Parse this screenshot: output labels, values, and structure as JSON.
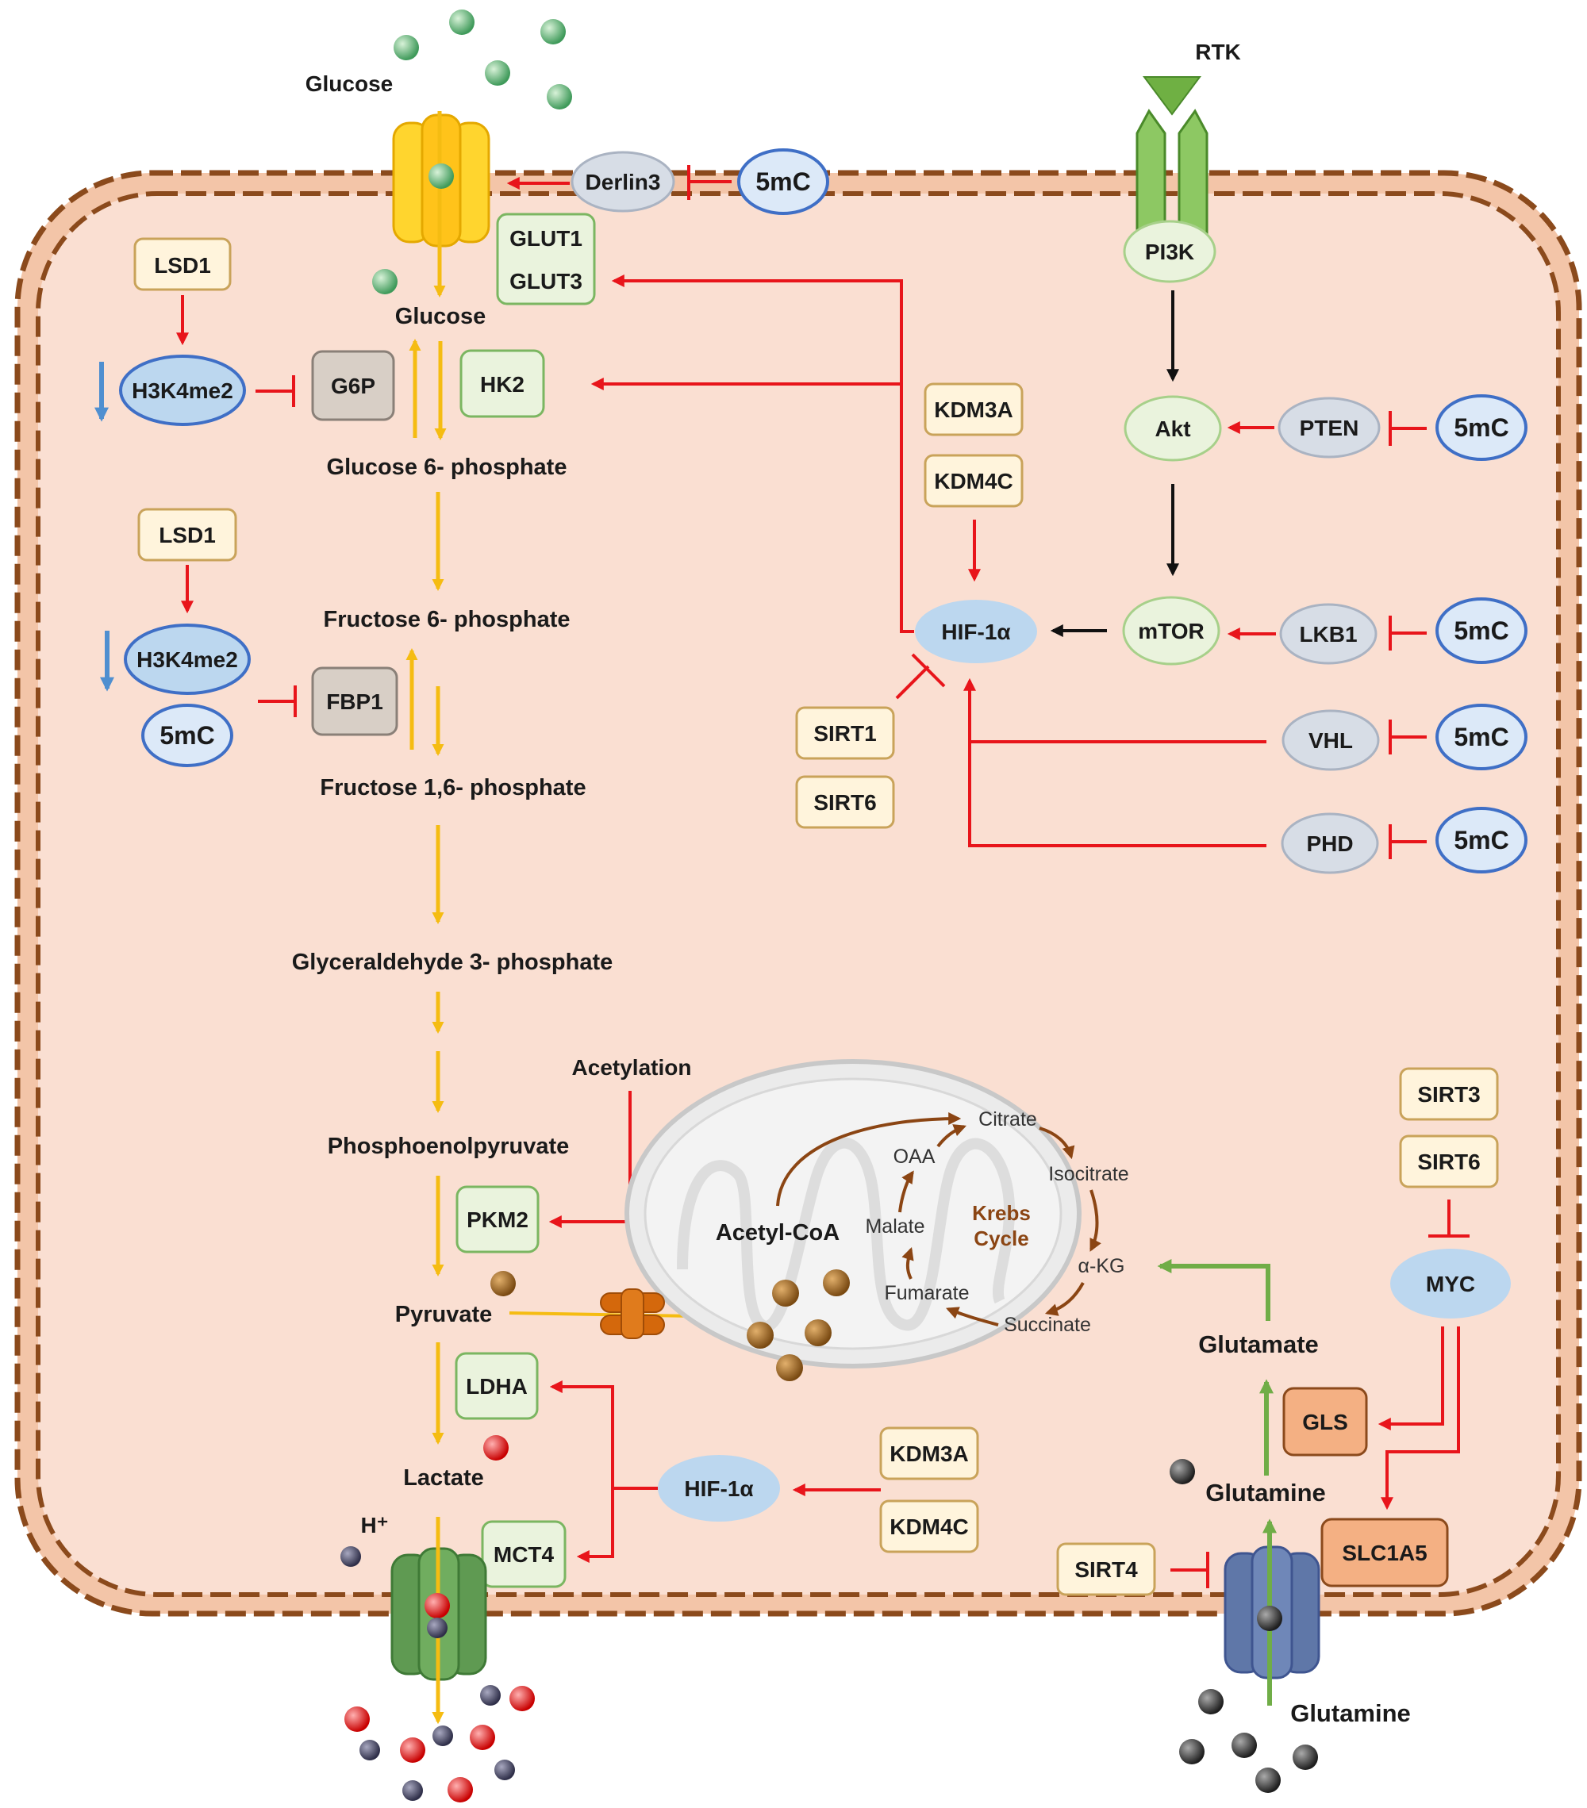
{
  "outside": {
    "glucose": "Glucose",
    "rtk": "RTK",
    "glutamine": "Glutamine",
    "h_plus": "H⁺"
  },
  "glycolysis": {
    "glucose": "Glucose",
    "g6p": "Glucose 6- phosphate",
    "f6p": "Fructose 6- phosphate",
    "f16p": "Fructose 1,6- phosphate",
    "g3p": "Glyceraldehyde 3- phosphate",
    "pep": "Phosphoenolpyruvate",
    "pyruvate": "Pyruvate",
    "lactate": "Lactate",
    "acetylation": "Acetylation"
  },
  "enzymes": {
    "glut1": "GLUT1",
    "glut3": "GLUT3",
    "hk2": "HK2",
    "g6p": "G6P",
    "fbp1": "FBP1",
    "pkm2": "PKM2",
    "ldha": "LDHA",
    "mct4": "MCT4",
    "gls": "GLS",
    "slc1a5": "SLC1A5"
  },
  "regulators": {
    "lsd1_a": "LSD1",
    "lsd1_b": "LSD1",
    "h3k4me2_a": "H3K4me2",
    "h3k4me2_b": "H3K4me2",
    "derlin3": "Derlin3",
    "pi3k": "PI3K",
    "akt": "Akt",
    "mtor": "mTOR",
    "pten": "PTEN",
    "lkb1": "LKB1",
    "vhl": "VHL",
    "phd": "PHD",
    "hif1a_top": "HIF-1α",
    "hif1a_bottom": "HIF-1α",
    "myc": "MYC",
    "kdm3a_top": "KDM3A",
    "kdm4c_top": "KDM4C",
    "kdm3a_bottom": "KDM3A",
    "kdm4c_bottom": "KDM4C",
    "sirt1": "SIRT1",
    "sirt6_left": "SIRT6",
    "sirt3": "SIRT3",
    "sirt6_right": "SIRT6",
    "sirt4": "SIRT4",
    "fivemc": "5mC"
  },
  "mito": {
    "acetyl_coa": "Acetyl-CoA",
    "krebs_line1": "Krebs",
    "krebs_line2": "Cycle",
    "citrate": "Citrate",
    "isocitrate": "Isocitrate",
    "akg": "α-KG",
    "succinate": "Succinate",
    "fumarate": "Fumarate",
    "malate": "Malate",
    "oaa": "OAA"
  },
  "glutaminolysis": {
    "glutamine": "Glutamine",
    "glutamate": "Glutamate"
  },
  "colors": {
    "cytoplasm": "#fadfd2",
    "membrane": "#8b4a1c",
    "membrane_band": "#f3c5a8",
    "flux_arrow": "#f5bc12",
    "regulation": "#e8151b",
    "signal": "#111111",
    "glutamine_flux": "#70ad47",
    "enzyme_fill": "#eaf3dd",
    "enzyme_border": "#7bb661",
    "epi_fill": "#fff4dc",
    "epi_border": "#c9a35a",
    "methyl_fill": "#dce9f8",
    "methyl_border": "#3f6fc6",
    "protein_fill": "#d7dde6",
    "hif_fill": "#bcd7ef",
    "krebs_arrow": "#8b4513"
  }
}
